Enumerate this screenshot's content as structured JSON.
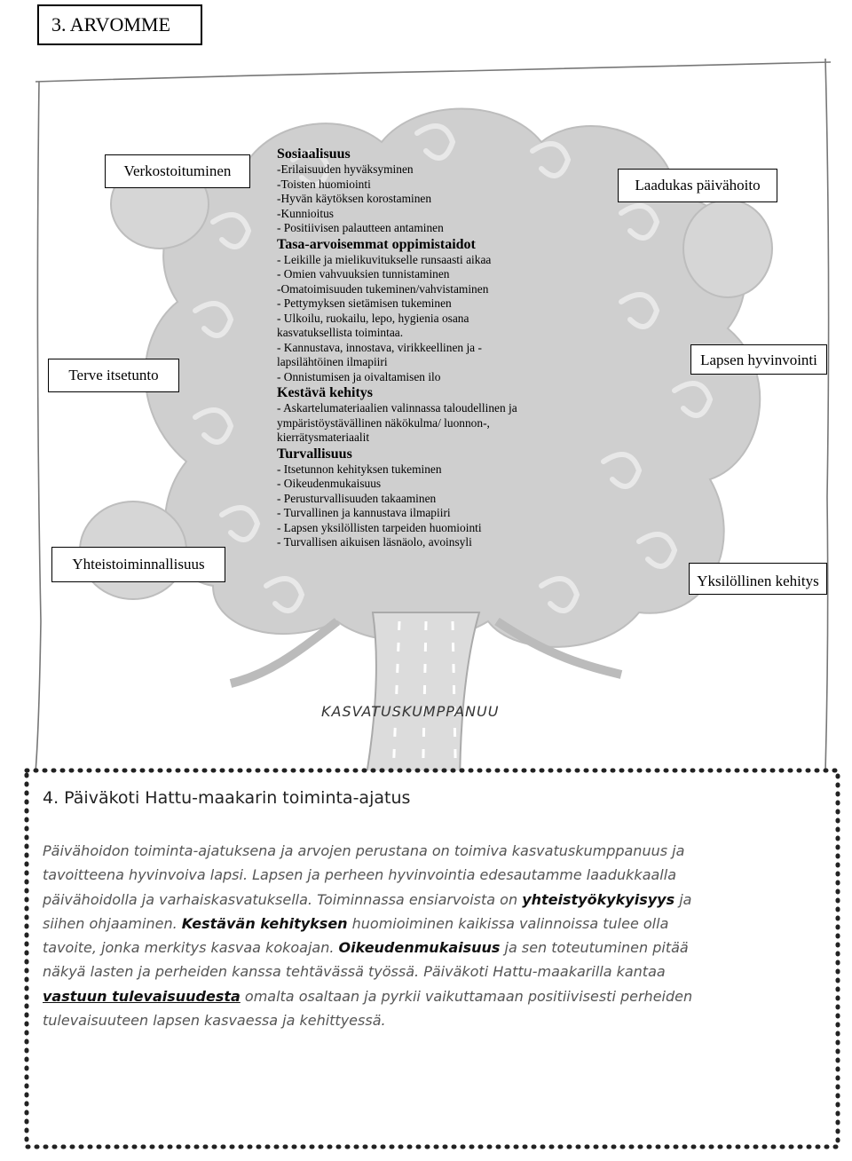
{
  "section3": {
    "title": "3.  ARVOMME"
  },
  "labels": {
    "verkostoituminen": "Verkostoituminen",
    "terve_itsetunto": "Terve itsetunto",
    "yhteistoiminnallisuus": "Yhteistoiminnallisuus",
    "laadukas_paivahoito": "Laadukas päivähoito",
    "lapsen_hyvinvointi": "Lapsen hyvinvointi",
    "yksilollinen_kehitys": "Yksilöllinen kehitys"
  },
  "values": {
    "sosiaalisuus_heading": "Sosiaalisuus",
    "sosiaalisuus_items": [
      "-Erilaisuuden hyväksyminen",
      "-Toisten huomiointi",
      "-Hyvän käytöksen korostaminen",
      "-Kunnioitus",
      "- Positiivisen palautteen antaminen"
    ],
    "tasa_heading": "Tasa-arvoisemmat oppimistaidot",
    "tasa_items": [
      "- Leikille ja mielikuvitukselle runsaasti aikaa",
      "- Omien vahvuuksien tunnistaminen",
      "-Omatoimisuuden tukeminen/vahvistaminen",
      "- Pettymyksen sietämisen tukeminen",
      "- Ulkoilu, ruokailu, lepo, hygienia osana",
      "kasvatuksellista toimintaa.",
      "- Kannustava, innostava, virikkeellinen ja -",
      "lapsilähtöinen ilmapiiri",
      "- Onnistumisen ja oivaltamisen ilo"
    ],
    "kestava_heading": "Kestävä kehitys",
    "kestava_items": [
      "- Askartelumateriaalien valinnassa taloudellinen ja",
      "ympäristöystävällinen näkökulma/ luonnon-,",
      "kierrätysmateriaalit"
    ],
    "turva_heading": "Turvallisuus",
    "turva_items": [
      "- Itsetunnon kehityksen tukeminen",
      "- Oikeudenmukaisuus",
      "- Perusturvallisuuden takaaminen",
      "- Turvallinen ja kannustava ilmapiiri",
      "- Lapsen yksilöllisten tarpeiden huomiointi",
      "- Turvallisen aikuisen läsnäolo, avoinsyli"
    ]
  },
  "trunk_label": "KASVATUSKUMPPANUU",
  "section4": {
    "title": "4. Päiväkoti Hattu-maakarin toiminta-ajatus",
    "line1": "Päivähoidon toiminta-ajatuksena ja arvojen perustana on toimiva kasvatuskumppanuus ja",
    "line2": "tavoitteena hyvinvoiva lapsi. Lapsen ja perheen hyvinvointia edesautamme laadukkaalla",
    "line3": "päivähoidolla ja varhaiskasvatuksella. Toiminnassa ensiarvoista on ",
    "line3_bold": "yhteistyökykyisyys",
    "line3_end": " ja",
    "line4_start": "siihen ohjaaminen. ",
    "line4_bold": "Kestävän kehityksen",
    "line4_end": " huomioiminen kaikissa valinnoissa tulee olla",
    "line5_start": "tavoite, jonka merkitys kasvaa kokoajan. ",
    "line5_bold": "Oikeudenmukaisuus",
    "line5_end": " ja sen toteutuminen pitää",
    "line6": "näkyä lasten ja perheiden kanssa tehtävässä työssä. Päiväkoti Hattu-maakarilla kantaa",
    "line7_u": "vastuun tulevaisuudesta",
    "line7_end": " omalta osaltaan ja pyrkii vaikuttamaan positiivisesti perheiden",
    "line8": "tulevaisuuteen lapsen kasvaessa ja kehittyessä."
  }
}
